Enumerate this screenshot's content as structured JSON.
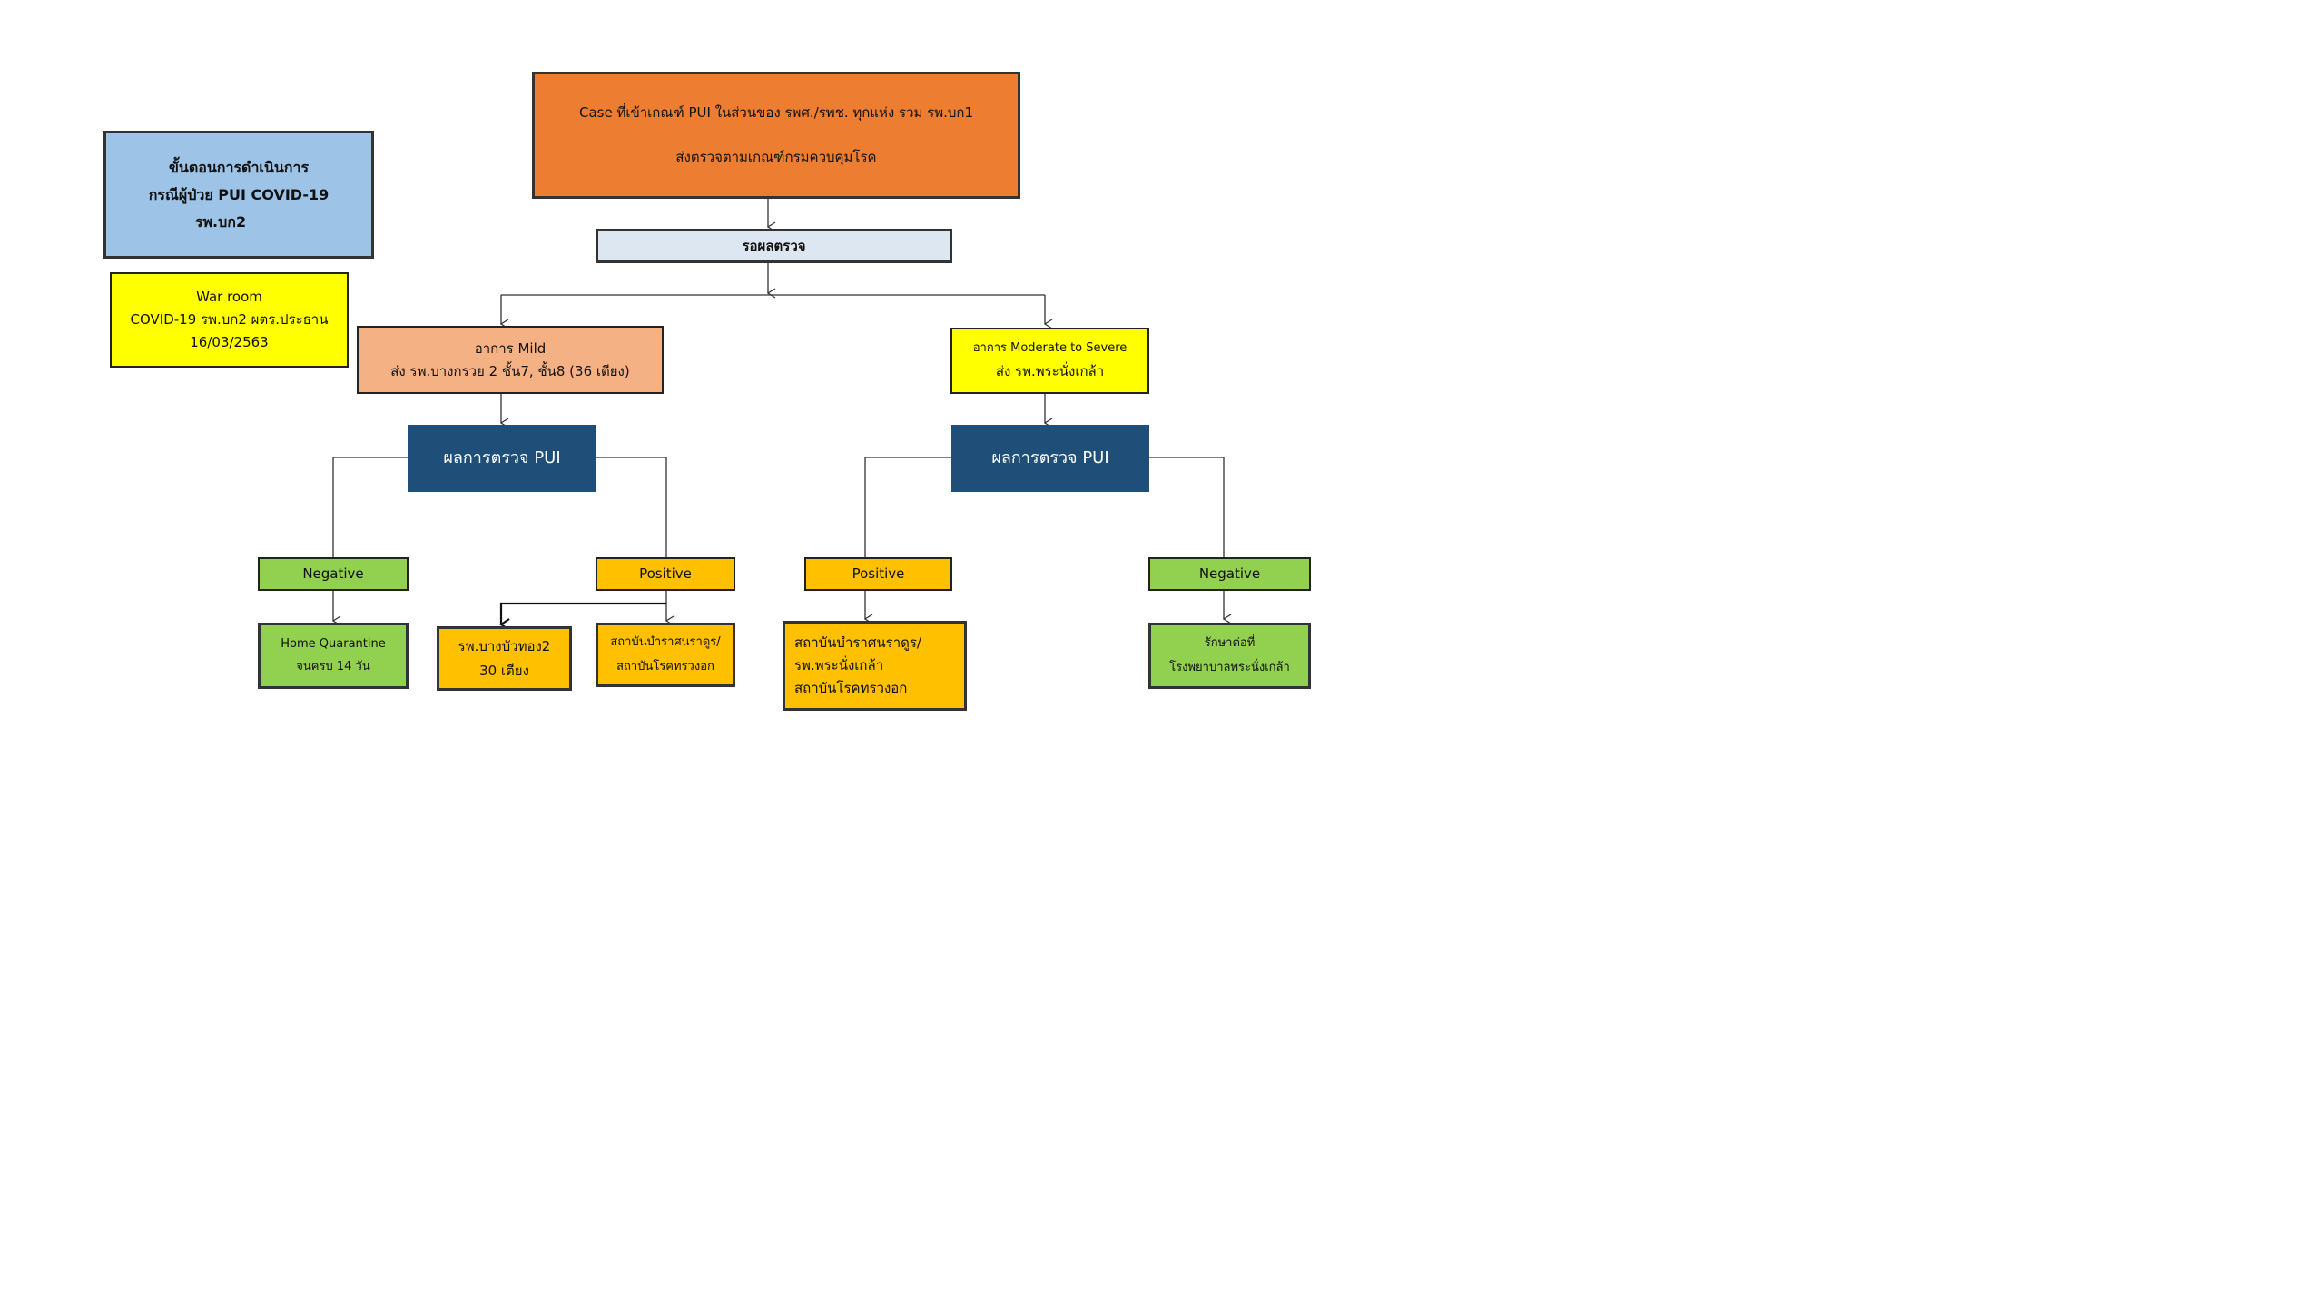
{
  "colors": {
    "orange": "#ED7D31",
    "light_blue_title": "#9DC3E6",
    "wait_box": "#DDE7F1",
    "yellow": "#FFFF00",
    "salmon": "#F4B183",
    "navy": "#1F4E79",
    "green": "#92D050",
    "gold": "#FFC000"
  },
  "title_box": {
    "line1": "ขั้นตอนการดำเนินการ",
    "line2": "กรณีผู้ป่วย PUI COVID-19",
    "line3": "รพ.บก2"
  },
  "war_room": {
    "line1": "War room",
    "line2": "COVID-19 รพ.บก2 ผตร.ประธาน",
    "line3": "16/03/2563"
  },
  "case_box": {
    "line1": "Case ที่เข้าเกณฑ์ PUI ในส่วนของ รพศ./รพช. ทุกแห่ง รวม รพ.บก1",
    "line2": "ส่งตรวจตามเกณฑ์กรมควบคุมโรค"
  },
  "wait_box": {
    "label": "รอผลตรวจ"
  },
  "mild": {
    "line1": "อาการ Mild",
    "line2": "ส่ง รพ.บางกรวย 2 ชั้น7, ชั้น8  (36 เตียง)"
  },
  "severe": {
    "line1": "อาการ Moderate to Severe",
    "line2": "ส่ง รพ.พระนั่งเกล้า"
  },
  "result_left": {
    "label": "ผลการตรวจ PUI"
  },
  "result_right": {
    "label": "ผลการตรวจ PUI"
  },
  "left_negative": {
    "label": "Negative"
  },
  "left_positive": {
    "label": "Positive"
  },
  "right_positive": {
    "label": "Positive"
  },
  "right_negative": {
    "label": "Negative"
  },
  "home_quarantine": {
    "line1": "Home Quarantine",
    "line2": "จนครบ 14 วัน"
  },
  "bangbuathong": {
    "line1": "รพ.บางบัวทอง2",
    "line2": "30 เตียง"
  },
  "institute_left": {
    "line1": "สถาบันบำราศนราดูร/",
    "line2": "สถาบันโรคทรวงอก"
  },
  "institute_right": {
    "line1": "สถาบันบำราศนราดูร/",
    "line2": "รพ.พระนั่งเกล้า",
    "line3": "สถาบันโรคทรวงอก"
  },
  "treat_continue": {
    "line1": "รักษาต่อที่",
    "line2": "โรงพยาบาลพระนั่งเกล้า"
  }
}
